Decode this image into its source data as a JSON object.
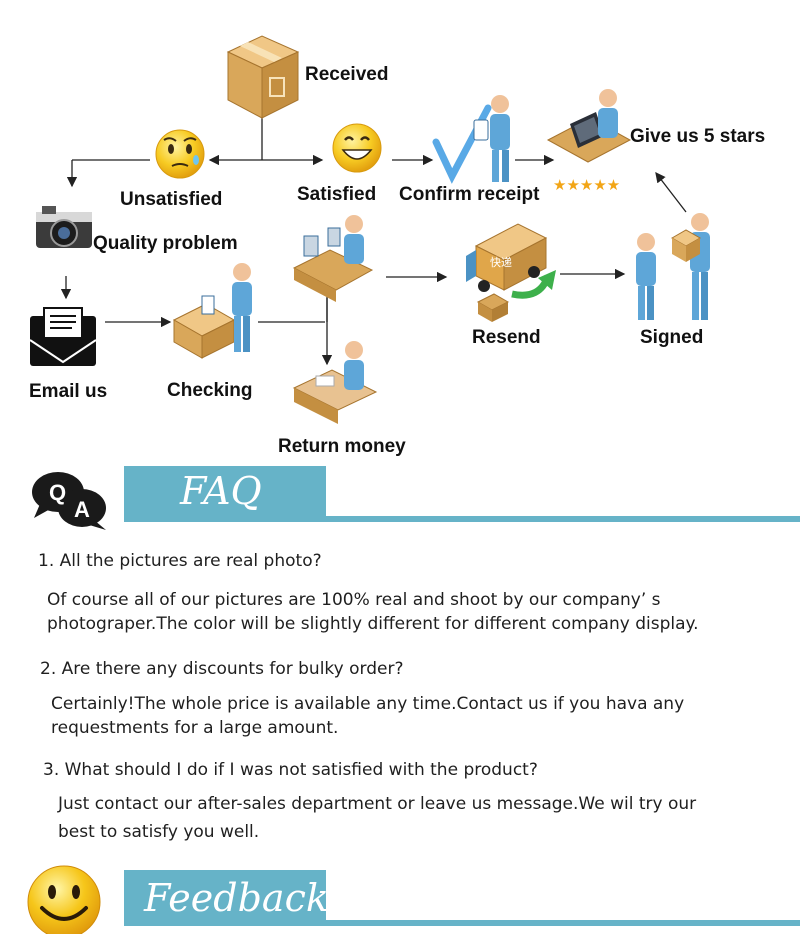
{
  "flow": {
    "received": "Received",
    "unsatisfied": "Unsatisfied",
    "satisfied": "Satisfied",
    "confirm_receipt": "Confirm receipt",
    "give_stars": "Give us 5 stars",
    "stars": "★★★★★",
    "quality_problem": "Quality problem",
    "email_us": "Email us",
    "checking": "Checking",
    "resend": "Resend",
    "signed": "Signed",
    "return_money": "Return money",
    "truck_text": "快递"
  },
  "faq": {
    "title": "FAQ",
    "badge_q": "Q",
    "badge_a": "A",
    "items": [
      {
        "question": "1. All the pictures are real photo?",
        "answer_lines": [
          "Of course all of our pictures are 100% real and shoot by our company’ s",
          "photograper.The color will be slightly different for different company display."
        ]
      },
      {
        "question": "2. Are there any discounts for bulky order?",
        "answer_lines": [
          "Certainly!The whole price is available any time.Contact us if you hava any",
          "requestments for a large amount."
        ]
      },
      {
        "question": "3. What should I do if I was not satisfied with the product?",
        "answer_lines": [
          "Just contact our after-sales department or leave us message.We wil try our",
          "best to satisfy you well."
        ]
      }
    ]
  },
  "feedback": {
    "title": "Feedback"
  },
  "colors": {
    "banner": "#66b3c8",
    "smiley": "#f6c61a",
    "figure": "#5ea6d8",
    "box": "#d9a75a"
  }
}
